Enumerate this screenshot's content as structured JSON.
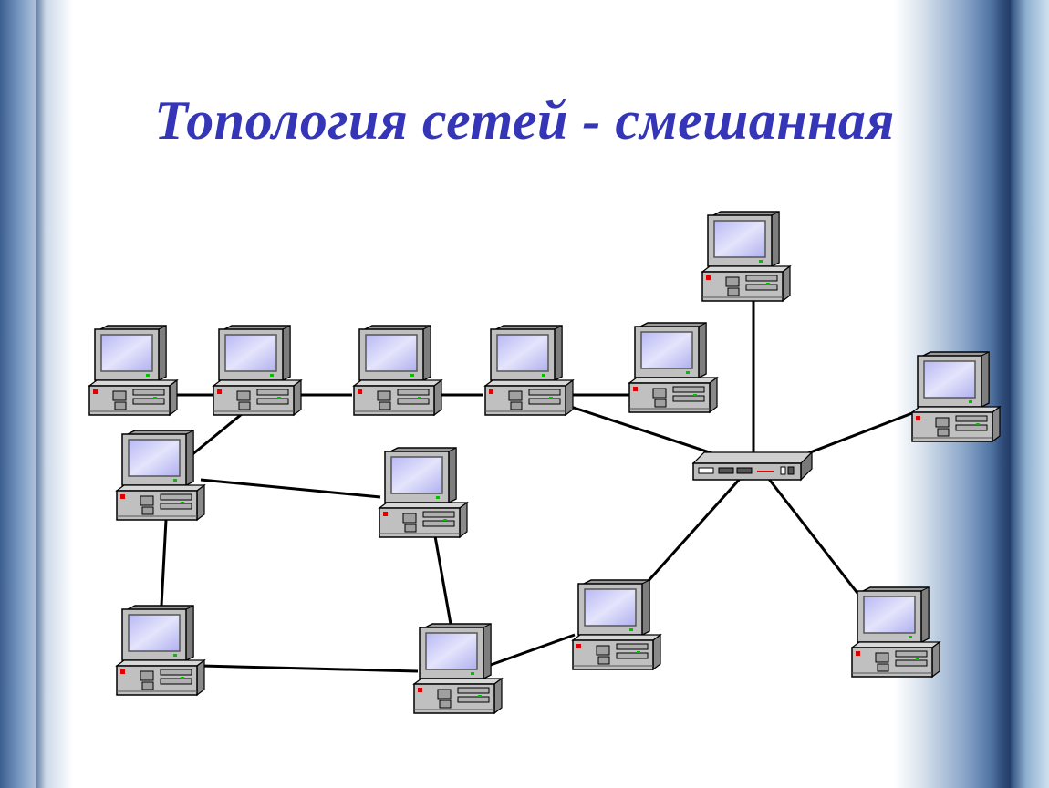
{
  "slide": {
    "title": "Топология сетей - смешанная"
  },
  "diagram": {
    "nodes": [
      {
        "id": "pc1",
        "type": "computer"
      },
      {
        "id": "pc2",
        "type": "computer"
      },
      {
        "id": "pc3",
        "type": "computer"
      },
      {
        "id": "pc4",
        "type": "computer"
      },
      {
        "id": "pc5",
        "type": "computer"
      },
      {
        "id": "pc6",
        "type": "computer"
      },
      {
        "id": "pc7",
        "type": "computer"
      },
      {
        "id": "pc8",
        "type": "computer"
      },
      {
        "id": "pc9",
        "type": "computer"
      },
      {
        "id": "pc10",
        "type": "computer"
      },
      {
        "id": "pc11",
        "type": "computer"
      },
      {
        "id": "pc12",
        "type": "computer"
      },
      {
        "id": "pc13",
        "type": "computer"
      },
      {
        "id": "hub",
        "type": "hub"
      }
    ],
    "edges": [
      [
        "pc1",
        "pc2"
      ],
      [
        "pc2",
        "pc3"
      ],
      [
        "pc3",
        "pc4"
      ],
      [
        "pc4",
        "pc5"
      ],
      [
        "pc2",
        "pc6"
      ],
      [
        "pc6",
        "pc7"
      ],
      [
        "pc6",
        "pc8"
      ],
      [
        "pc8",
        "pc9"
      ],
      [
        "pc7",
        "pc9"
      ],
      [
        "pc9",
        "pc10"
      ],
      [
        "pc10",
        "hub"
      ],
      [
        "pc4",
        "hub"
      ],
      [
        "pc11",
        "hub"
      ],
      [
        "pc12",
        "hub"
      ],
      [
        "pc13",
        "hub"
      ]
    ],
    "colors": {
      "title": "#3535b8",
      "screen": "#c8c8f8",
      "case": "#c0c0c0",
      "led_green": "#00c000",
      "led_red": "#e00000",
      "line": "#000000"
    },
    "icons": {
      "computer": "desktop-computer-icon",
      "hub": "network-hub-icon"
    }
  }
}
